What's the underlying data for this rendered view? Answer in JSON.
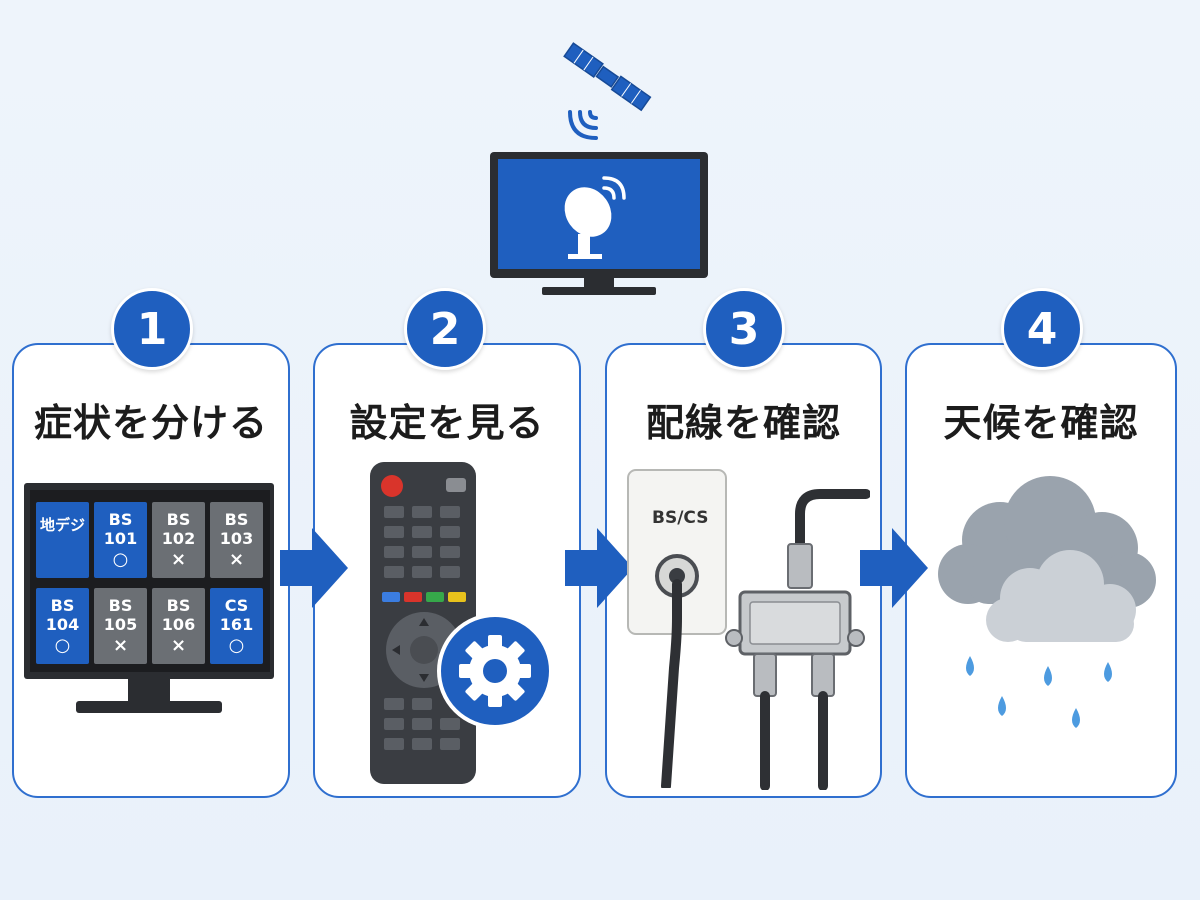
{
  "steps": [
    {
      "number": "1",
      "title": "症状を分ける"
    },
    {
      "number": "2",
      "title": "設定を見る"
    },
    {
      "number": "3",
      "title": "配線を確認"
    },
    {
      "number": "4",
      "title": "天候を確認"
    }
  ],
  "channel_grid": [
    {
      "line1": "地デジ",
      "line2": "",
      "mark": "",
      "color": "blue"
    },
    {
      "line1": "BS",
      "line2": "101",
      "mark": "○",
      "color": "blue"
    },
    {
      "line1": "BS",
      "line2": "102",
      "mark": "×",
      "color": "gray"
    },
    {
      "line1": "BS",
      "line2": "103",
      "mark": "×",
      "color": "gray"
    },
    {
      "line1": "BS",
      "line2": "104",
      "mark": "○",
      "color": "blue"
    },
    {
      "line1": "BS",
      "line2": "105",
      "mark": "×",
      "color": "gray"
    },
    {
      "line1": "BS",
      "line2": "106",
      "mark": "×",
      "color": "gray"
    },
    {
      "line1": "CS",
      "line2": "161",
      "mark": "○",
      "color": "blue"
    }
  ],
  "wall_outlet_label": "BS/CS",
  "colors": {
    "accent": "#1f5fbf",
    "card_border": "#2f6fcf",
    "ok_tile": "#1f5fbf",
    "ng_tile": "#6b6f74"
  },
  "icons": {
    "top": [
      "satellite-icon",
      "tv-with-dish-icon"
    ],
    "step1": "tv-channel-grid-icon",
    "step2": [
      "remote-control-icon",
      "gear-icon"
    ],
    "step3": [
      "wall-outlet-icon",
      "cable-splitter-icon"
    ],
    "step4": "rain-cloud-icon"
  }
}
